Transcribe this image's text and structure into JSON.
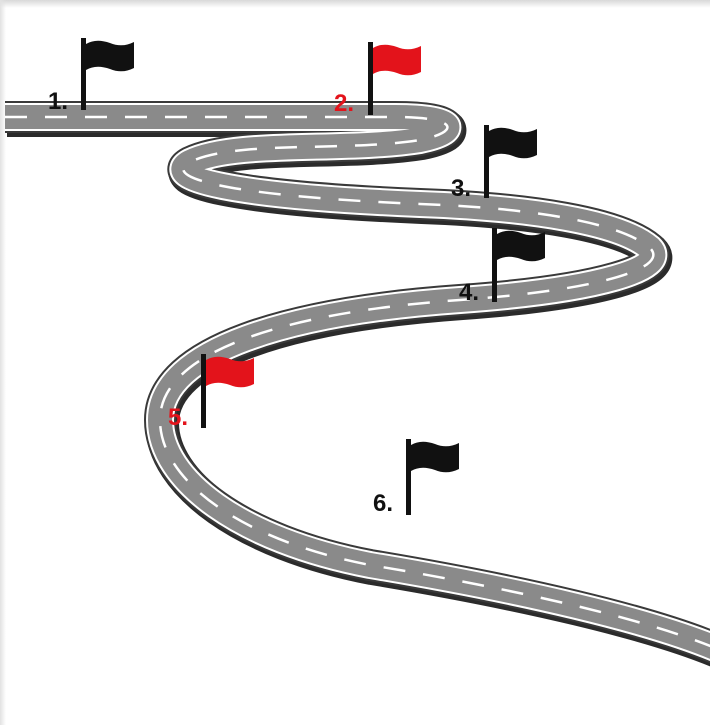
{
  "colors": {
    "road": "#8a8a8a",
    "road_edge": "#3a3a3a",
    "lane_line": "#ffffff",
    "flag_default": "#111111",
    "flag_highlight": "#e3131b"
  },
  "milestones": [
    {
      "label": "1.",
      "color": "#111111",
      "highlighted": false
    },
    {
      "label": "2.",
      "color": "#e3131b",
      "highlighted": true
    },
    {
      "label": "3.",
      "color": "#111111",
      "highlighted": false
    },
    {
      "label": "4.",
      "color": "#111111",
      "highlighted": false
    },
    {
      "label": "5.",
      "color": "#e3131b",
      "highlighted": true
    },
    {
      "label": "6.",
      "color": "#111111",
      "highlighted": false
    }
  ]
}
